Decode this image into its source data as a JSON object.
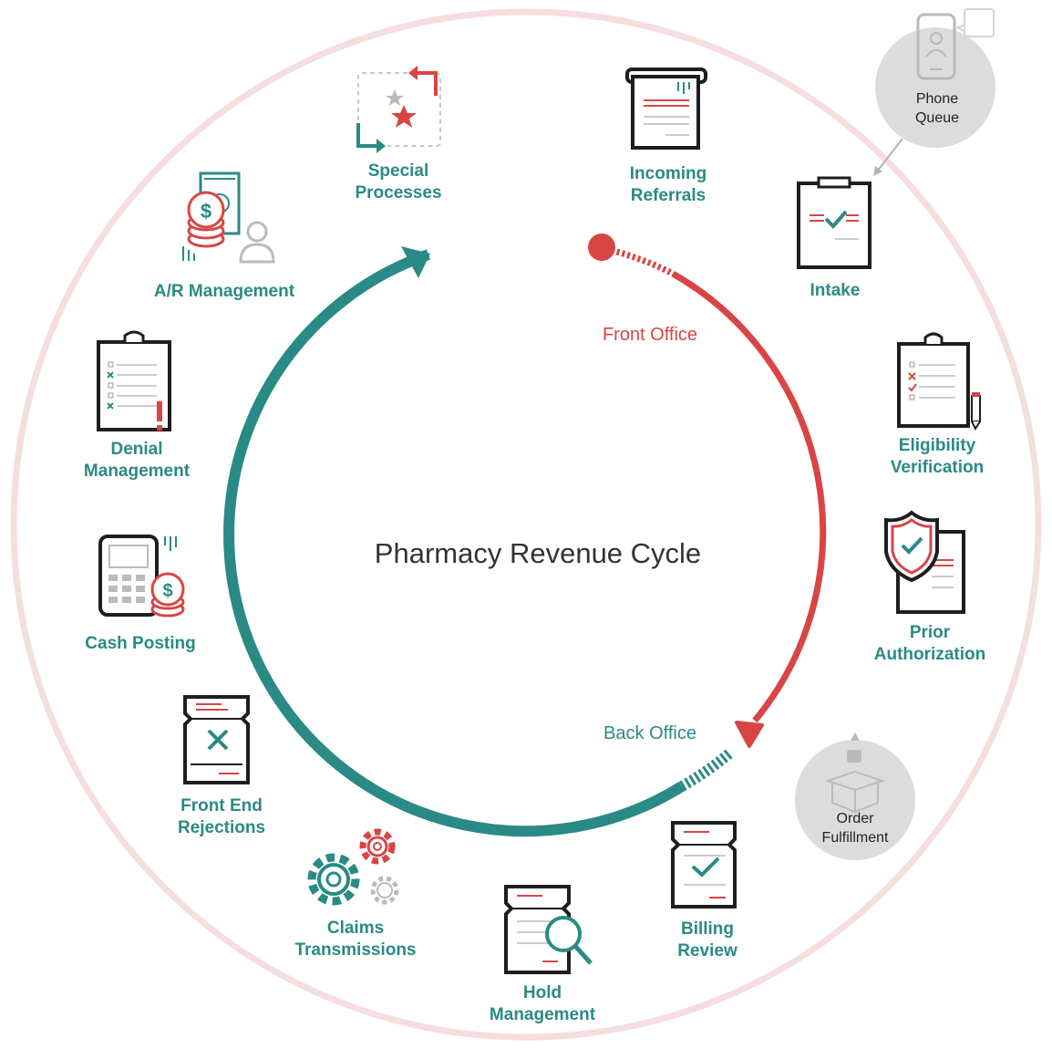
{
  "title": "Pharmacy Revenue Cycle",
  "colors": {
    "teal": "#2a8a85",
    "red": "#d94545",
    "dark": "#1e1e1e",
    "grey": "#d9d9d9",
    "outer": "#f6dede"
  },
  "phases": {
    "front": "Front Office",
    "back": "Back Office"
  },
  "steps": {
    "special": {
      "line1": "Special",
      "line2": "Processes",
      "icon": "arrows-star-icon"
    },
    "referrals": {
      "line1": "Incoming",
      "line2": "Referrals",
      "icon": "printer-document-icon"
    },
    "intake": {
      "line1": "Intake",
      "icon": "clipboard-check-icon"
    },
    "elig": {
      "line1": "Eligibility",
      "line2": "Verification",
      "icon": "clipboard-checklist-icon"
    },
    "prior": {
      "line1": "Prior",
      "line2": "Authorization",
      "icon": "shield-document-icon"
    },
    "billing": {
      "line1": "Billing",
      "line2": "Review",
      "icon": "document-check-icon"
    },
    "hold": {
      "line1": "Hold",
      "line2": "Management",
      "icon": "document-magnifier-icon"
    },
    "claims": {
      "line1": "Claims",
      "line2": "Transmissions",
      "icon": "gears-icon"
    },
    "rejections": {
      "line1": "Front End",
      "line2": "Rejections",
      "icon": "document-x-icon"
    },
    "cash": {
      "line1": "Cash Posting",
      "icon": "terminal-coins-icon"
    },
    "denial": {
      "line1": "Denial",
      "line2": "Management",
      "icon": "clipboard-alert-icon"
    },
    "ar": {
      "line1": "A/R Management",
      "icon": "money-coins-person-icon"
    }
  },
  "side": {
    "phone": {
      "line1": "Phone",
      "line2": "Queue",
      "icon": "phone-chat-icon"
    },
    "order": {
      "line1": "Order",
      "line2": "Fulfillment",
      "icon": "open-box-icon"
    }
  }
}
